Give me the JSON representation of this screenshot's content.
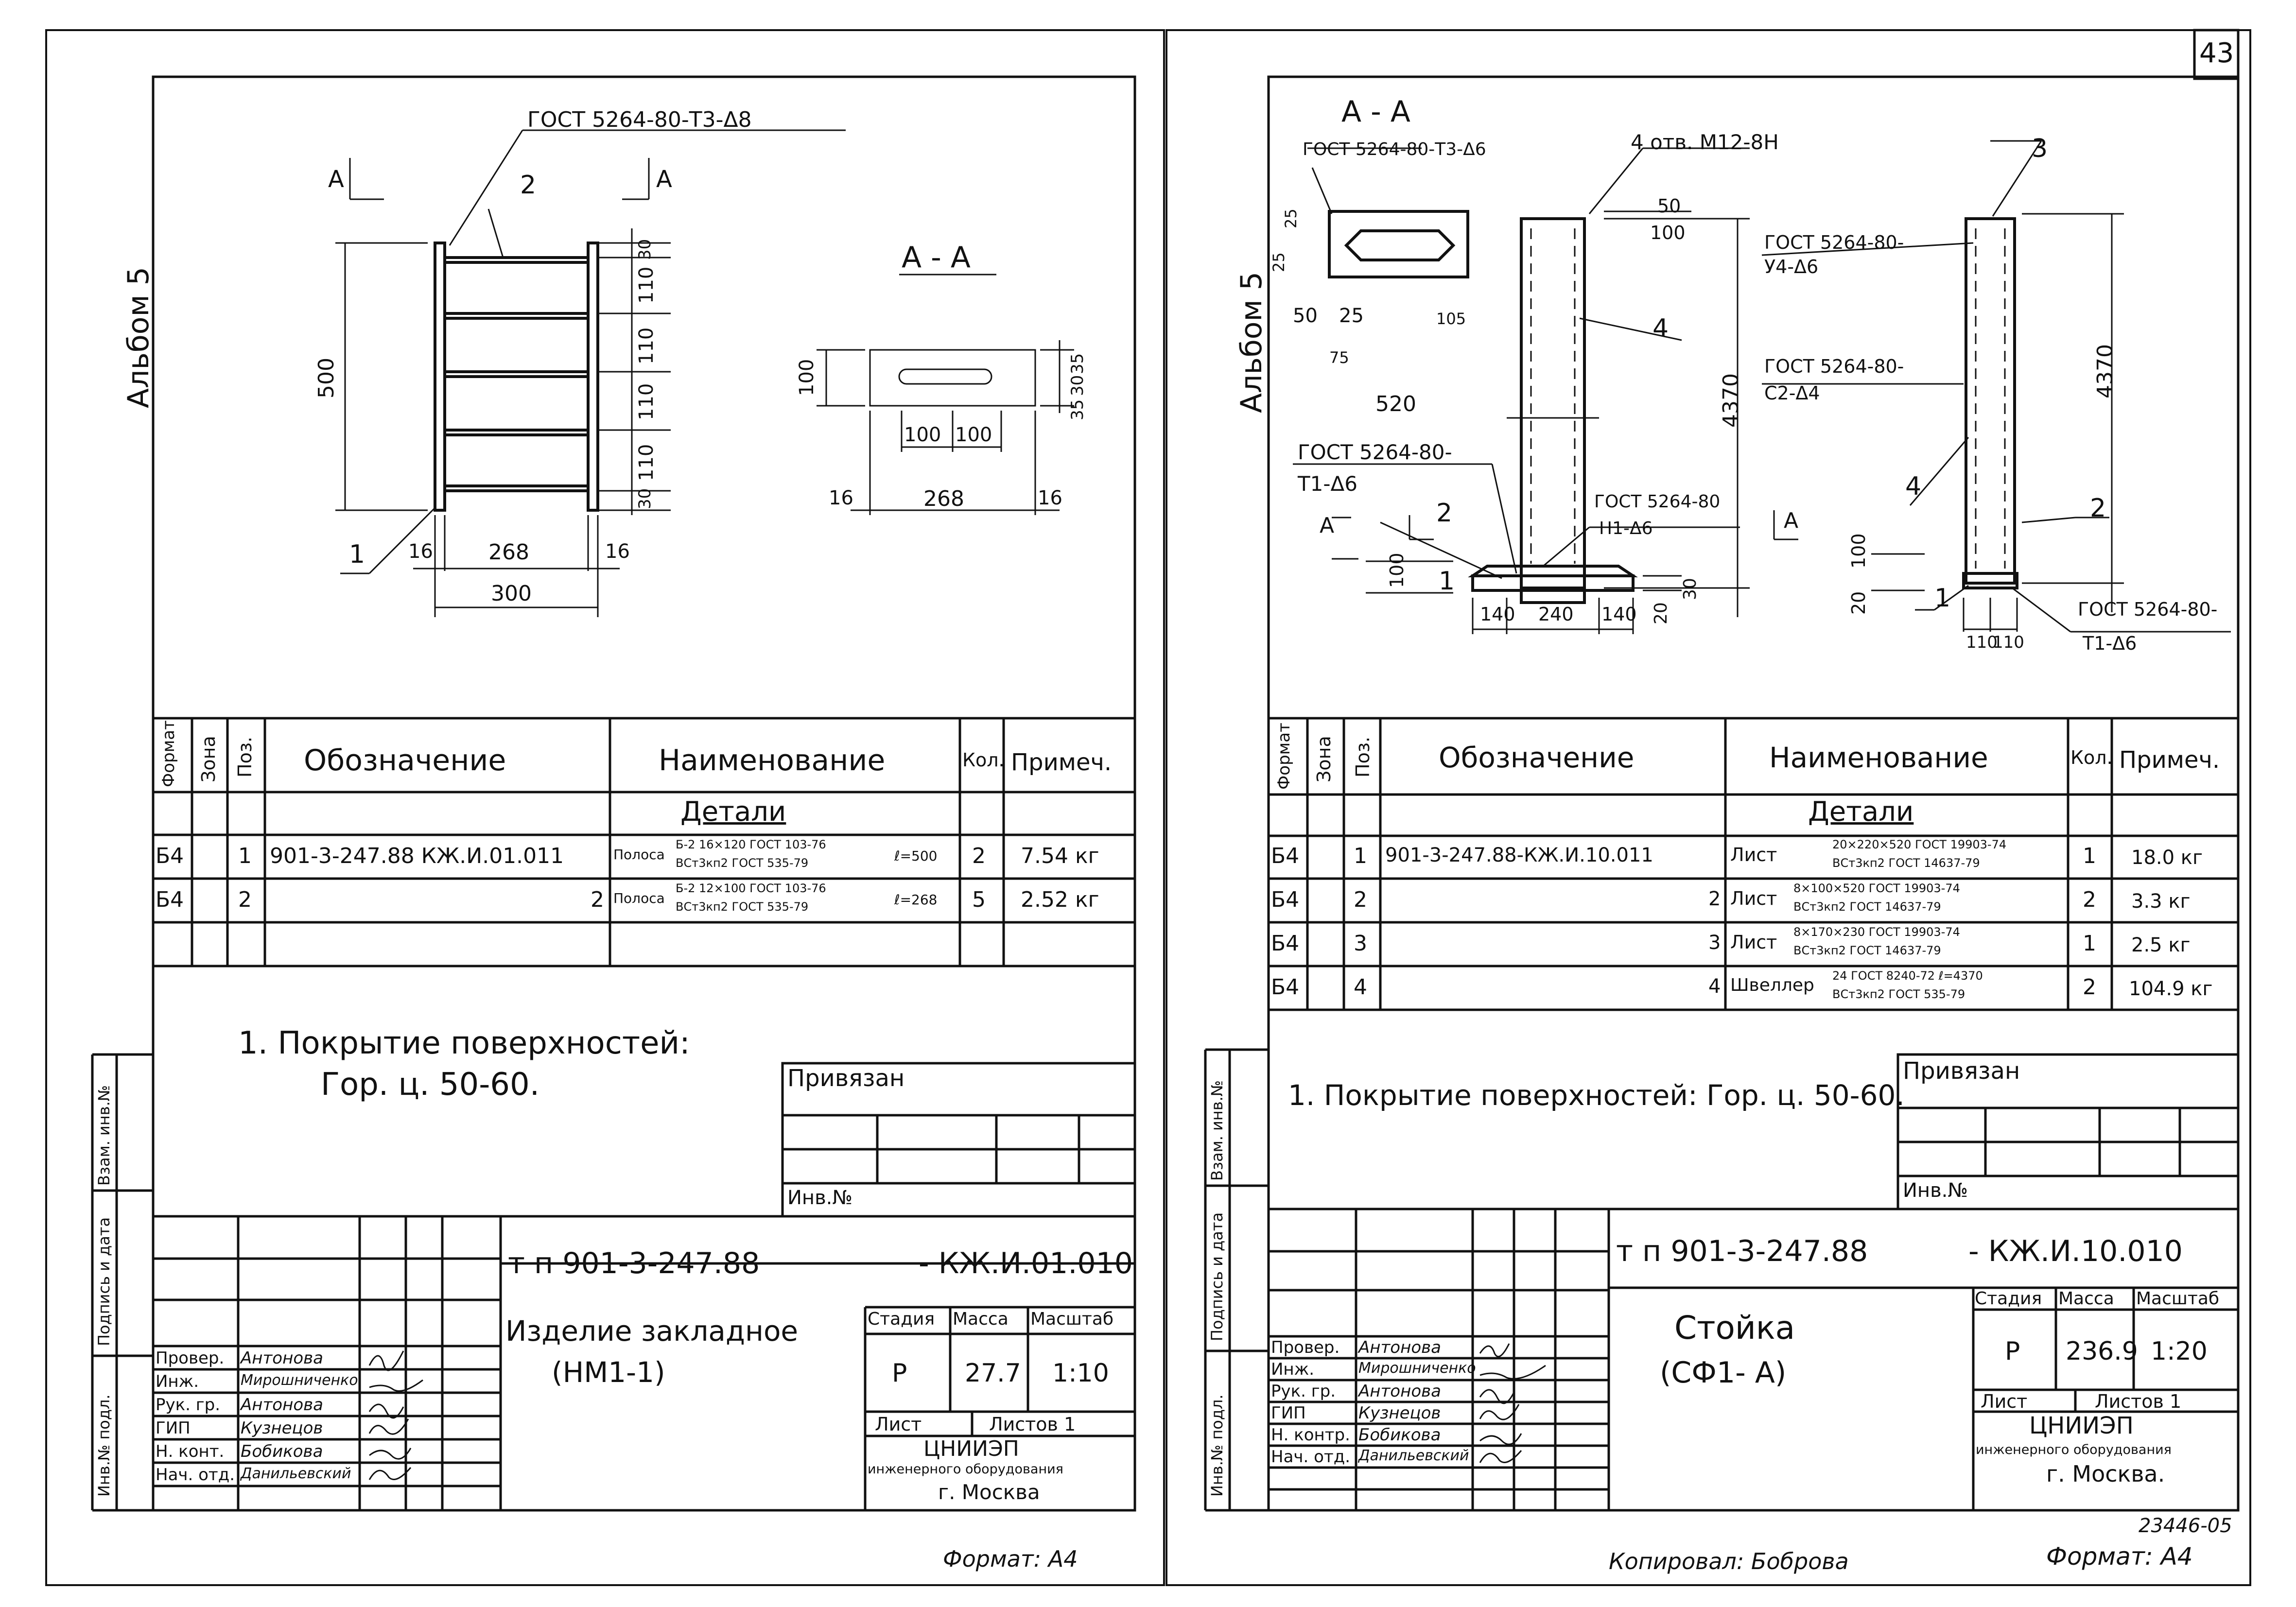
{
  "sheet_number": "43",
  "left": {
    "album": "Альбом 5",
    "callouts": {
      "gost_top": "ГОСТ 5264-80-Т3-Δ8",
      "pos2": "2",
      "pos1": "1",
      "sec_a_left": "А",
      "sec_a_right": "А",
      "section_title": "А - А"
    },
    "dims": {
      "h500": "500",
      "d30a": "30",
      "d110a": "110",
      "d110b": "110",
      "d110c": "110",
      "d110d": "110",
      "d30b": "30",
      "w16a": "16",
      "w268": "268",
      "w16b": "16",
      "w300": "300",
      "s100h": "100",
      "s35": "35",
      "s30": "30",
      "s35b": "35",
      "s100a": "100",
      "s100b": "100",
      "s16a": "16",
      "s268": "268",
      "s16b": "16"
    },
    "table": {
      "headers": {
        "format": "Формат",
        "zone": "Зона",
        "pos": "Поз.",
        "designation": "Обозначение",
        "name": "Наименование",
        "qty": "Кол.",
        "note": "Примеч."
      },
      "section": "Детали",
      "rows": [
        {
          "format": "Б4",
          "pos": "1",
          "designation": "901-3-247.88  КЖ.И.01.011",
          "name_a": "Полоса",
          "name_top": "Б-2 16×120 ГОСТ 103-76",
          "name_bot": "ВСт3кп2 ГОСТ 535-79",
          "length": "ℓ=500",
          "qty": "2",
          "note": "7.54 кг"
        },
        {
          "format": "Б4",
          "pos": "2",
          "designation": "2",
          "name_a": "Полоса",
          "name_top": "Б-2 12×100 ГОСТ 103-76",
          "name_bot": "ВСт3кп2 ГОСТ 535-79",
          "length": "ℓ=268",
          "qty": "5",
          "note": "2.52 кг"
        }
      ]
    },
    "note_title": "1. Покрытие поверхностей:",
    "note_text": "Гор. ц. 50-60.",
    "privyazan": "Привязан",
    "inv_no": "Инв.№",
    "side_labels": {
      "inv_podl": "Инв.№ подл.",
      "podpis": "Подпись и дата",
      "vzam": "Взам. инв.№"
    },
    "doc_code_a": "т п  901-3-247.88",
    "doc_code_b": "- КЖ.И.01.010",
    "title_line1": "Изделие закладное",
    "title_line2": "(НМ1-1)",
    "stamp": {
      "stage_h": "Стадия",
      "mass_h": "Масса",
      "scale_h": "Масштаб",
      "stage": "Р",
      "mass": "27.7",
      "scale": "1:10",
      "sheet_h": "Лист",
      "sheets_h": "Листов 1"
    },
    "org": {
      "l1": "ЦНИИЭП",
      "l2": "инженерного оборудования",
      "l3": "г. Москва"
    },
    "staff": [
      {
        "role": "Провер.",
        "name": "Антонова"
      },
      {
        "role": "Инж.",
        "name": "Мирошниченко"
      },
      {
        "role": "Рук. гр.",
        "name": "Антонова"
      },
      {
        "role": "ГИП",
        "name": "Кузнецов"
      },
      {
        "role": "Н. конт.",
        "name": "Бобикова"
      },
      {
        "role": "Нач. отд.",
        "name": "Данильевский"
      }
    ],
    "format_label": "Формат: А4"
  },
  "right": {
    "album": "Альбом 5",
    "callouts": {
      "section_title": "А - А",
      "gost_a": "ГОСТ 5264-80-Т3-Δ6",
      "holes": "4 отв. М12-8Н",
      "pos3": "3",
      "pos4a": "4",
      "pos4b": "4",
      "pos2a": "2",
      "pos2b": "2",
      "pos1a": "1",
      "pos1b": "1",
      "gost_u4_1": "ГОСТ 5264-80-",
      "gost_u4_2": "У4-Δ6",
      "gost_c2_1": "ГОСТ 5264-80-",
      "gost_c2_2": "С2-Δ4",
      "gost_t1_1": "ГОСТ 5264-80-",
      "gost_t1_2": "Т1-Δ6",
      "gost_h1_1": "ГОСТ 5264-80",
      "gost_h1_2": "Н1-Δ6",
      "gost_t1b_1": "ГОСТ 5264-80-",
      "gost_t1b_2": "Т1-Δ6",
      "sec_a_left": "А",
      "sec_a_right": "А"
    },
    "dims": {
      "d25a": "25",
      "d25b": "25",
      "d50": "50",
      "d25c": "25",
      "d105": "105",
      "d75": "75",
      "d520": "520",
      "d50top": "50",
      "d100top": "100",
      "h4370a": "4370",
      "h4370b": "4370",
      "d100": "100",
      "d140a": "140",
      "d240": "240",
      "d140b": "140",
      "d20": "20",
      "d30": "30",
      "d20b": "20",
      "d100b": "100",
      "d110a": "110",
      "d110b": "110"
    },
    "table": {
      "headers": {
        "format": "Формат",
        "zone": "Зона",
        "pos": "Поз.",
        "designation": "Обозначение",
        "name": "Наименование",
        "qty": "Кол.",
        "note": "Примеч."
      },
      "section": "Детали",
      "rows": [
        {
          "format": "Б4",
          "pos": "1",
          "designation": "901-3-247.88-КЖ.И.10.011",
          "name_a": "Лист",
          "name_top": "20×220×520 ГОСТ 19903-74",
          "name_bot": "ВСт3кп2 ГОСТ 14637-79",
          "qty": "1",
          "note": "18.0 кг"
        },
        {
          "format": "Б4",
          "pos": "2",
          "designation": "2",
          "name_a": "Лист",
          "name_top": "8×100×520 ГОСТ 19903-74",
          "name_bot": "ВСт3кп2 ГОСТ 14637-79",
          "qty": "2",
          "note": "3.3 кг"
        },
        {
          "format": "Б4",
          "pos": "3",
          "designation": "3",
          "name_a": "Лист",
          "name_top": "8×170×230 ГОСТ 19903-74",
          "name_bot": "ВСт3кп2 ГОСТ 14637-79",
          "qty": "1",
          "note": "2.5 кг"
        },
        {
          "format": "Б4",
          "pos": "4",
          "designation": "4",
          "name_a": "Швеллер",
          "name_top": "24 ГОСТ 8240-72  ℓ=4370",
          "name_bot": "ВСт3кп2 ГОСТ 535-79",
          "qty": "2",
          "note": "104.9 кг"
        }
      ]
    },
    "note_text": "1. Покрытие поверхностей: Гор. ц. 50-60.",
    "privyazan": "Привязан",
    "inv_no": "Инв.№",
    "side_labels": {
      "inv_podl": "Инв.№ подл.",
      "podpis": "Подпись и дата",
      "vzam": "Взам. инв.№"
    },
    "doc_code_a": "т п  901-3-247.88",
    "doc_code_b": "- КЖ.И.10.010",
    "title_line1": "Стойка",
    "title_line2": "(СФ1- А)",
    "stamp": {
      "stage_h": "Стадия",
      "mass_h": "Масса",
      "scale_h": "Масштаб",
      "stage": "Р",
      "mass": "236.9",
      "scale": "1:20",
      "sheet_h": "Лист",
      "sheets_h": "Листов 1"
    },
    "org": {
      "l1": "ЦНИИЭП",
      "l2": "инженерного оборудования",
      "l3": "г. Москва."
    },
    "staff": [
      {
        "role": "Провер.",
        "name": "Антонова"
      },
      {
        "role": "Инж.",
        "name": "Мирошниченко"
      },
      {
        "role": "Рук. гр.",
        "name": "Антонова"
      },
      {
        "role": "ГИП",
        "name": "Кузнецов"
      },
      {
        "role": "Н. контр.",
        "name": "Бобикова"
      },
      {
        "role": "Нач. отд.",
        "name": "Данильевский"
      }
    ],
    "copied": "Копировал: Боброва",
    "format_label": "Формат: А4",
    "archive_no": "23446-05"
  }
}
